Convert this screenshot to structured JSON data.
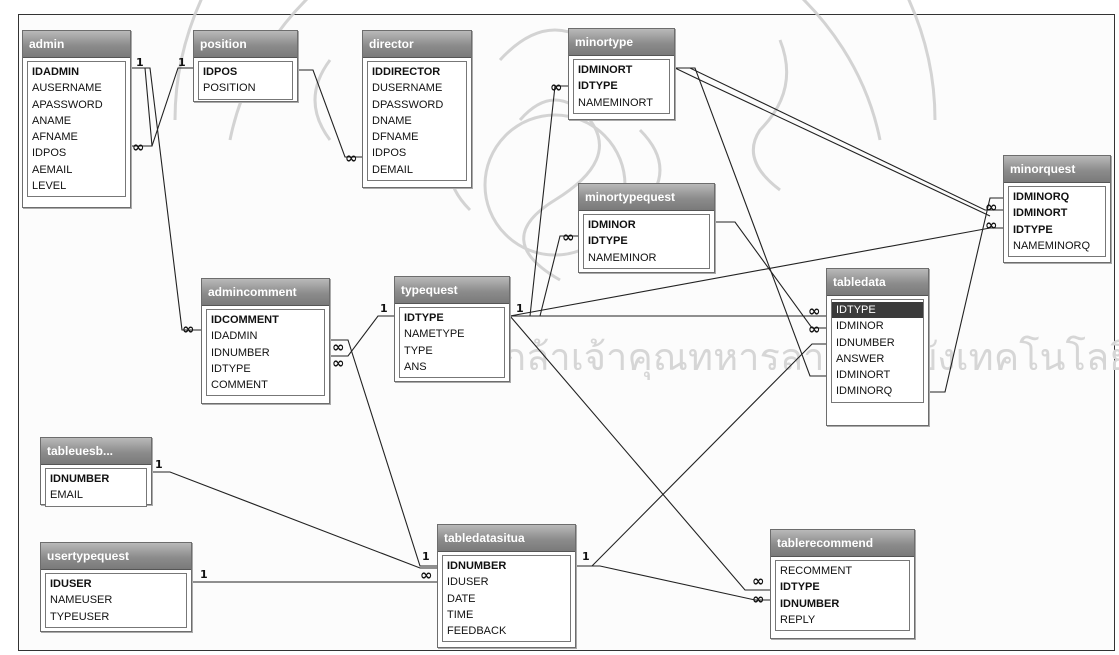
{
  "tables": [
    {
      "id": "admin",
      "title": "admin",
      "fields": [
        {
          "name": "IDADMIN",
          "pk": true
        },
        {
          "name": "AUSERNAME"
        },
        {
          "name": "APASSWORD"
        },
        {
          "name": "ANAME"
        },
        {
          "name": "AFNAME"
        },
        {
          "name": "IDPOS"
        },
        {
          "name": "AEMAIL"
        },
        {
          "name": "LEVEL"
        }
      ]
    },
    {
      "id": "position",
      "title": "position",
      "fields": [
        {
          "name": "IDPOS",
          "pk": true
        },
        {
          "name": "POSITION"
        }
      ]
    },
    {
      "id": "director",
      "title": "director",
      "fields": [
        {
          "name": "IDDIRECTOR",
          "pk": true
        },
        {
          "name": "DUSERNAME"
        },
        {
          "name": "DPASSWORD"
        },
        {
          "name": "DNAME"
        },
        {
          "name": "DFNAME"
        },
        {
          "name": "IDPOS"
        },
        {
          "name": "DEMAIL"
        }
      ]
    },
    {
      "id": "minortype",
      "title": "minortype",
      "fields": [
        {
          "name": "IDMINORT",
          "pk": true
        },
        {
          "name": "IDTYPE",
          "pk": true
        },
        {
          "name": "NAMEMINORT"
        }
      ]
    },
    {
      "id": "minortypequest",
      "title": "minortypequest",
      "fields": [
        {
          "name": "IDMINOR",
          "pk": true
        },
        {
          "name": "IDTYPE",
          "pk": true
        },
        {
          "name": "NAMEMINOR"
        }
      ]
    },
    {
      "id": "minorquest",
      "title": "minorquest",
      "fields": [
        {
          "name": "IDMINORQ",
          "pk": true
        },
        {
          "name": "IDMINORT",
          "pk": true
        },
        {
          "name": "IDTYPE",
          "pk": true
        },
        {
          "name": "NAMEMINORQ"
        }
      ]
    },
    {
      "id": "admincomment",
      "title": "admincomment",
      "fields": [
        {
          "name": "IDCOMMENT",
          "pk": true
        },
        {
          "name": "IDADMIN"
        },
        {
          "name": "IDNUMBER"
        },
        {
          "name": "IDTYPE"
        },
        {
          "name": "COMMENT"
        }
      ]
    },
    {
      "id": "typequest",
      "title": "typequest",
      "fields": [
        {
          "name": "IDTYPE",
          "pk": true
        },
        {
          "name": "NAMETYPE"
        },
        {
          "name": "TYPE"
        },
        {
          "name": "ANS"
        }
      ]
    },
    {
      "id": "tabledata",
      "title": "tabledata",
      "fields": [
        {
          "name": "IDTYPE",
          "selected": true
        },
        {
          "name": "IDMINOR"
        },
        {
          "name": "IDNUMBER"
        },
        {
          "name": "ANSWER"
        },
        {
          "name": "IDMINORT"
        },
        {
          "name": "IDMINORQ"
        }
      ]
    },
    {
      "id": "tableuesb",
      "title": "tableuesb...",
      "fields": [
        {
          "name": "IDNUMBER",
          "pk": true
        },
        {
          "name": "EMAIL"
        }
      ]
    },
    {
      "id": "usertypequest",
      "title": "usertypequest",
      "fields": [
        {
          "name": "IDUSER",
          "pk": true
        },
        {
          "name": "NAMEUSER"
        },
        {
          "name": "TYPEUSER"
        }
      ]
    },
    {
      "id": "tabledatasitua",
      "title": "tabledatasitua",
      "fields": [
        {
          "name": "IDNUMBER",
          "pk": true
        },
        {
          "name": "IDUSER"
        },
        {
          "name": "DATE"
        },
        {
          "name": "TIME"
        },
        {
          "name": "FEEDBACK"
        }
      ]
    },
    {
      "id": "tablerecommend",
      "title": "tablerecommend",
      "fields": [
        {
          "name": "RECOMMENT"
        },
        {
          "name": "IDTYPE",
          "pk": true
        },
        {
          "name": "IDNUMBER",
          "pk": true
        },
        {
          "name": "REPLY"
        }
      ]
    }
  ],
  "cardinality": {
    "one": "1",
    "many": "∞"
  },
  "watermark": {
    "text": "จอมเกล้าเจ้าคุณทหารลาดกระบังเทคโนโลยีพระ"
  }
}
